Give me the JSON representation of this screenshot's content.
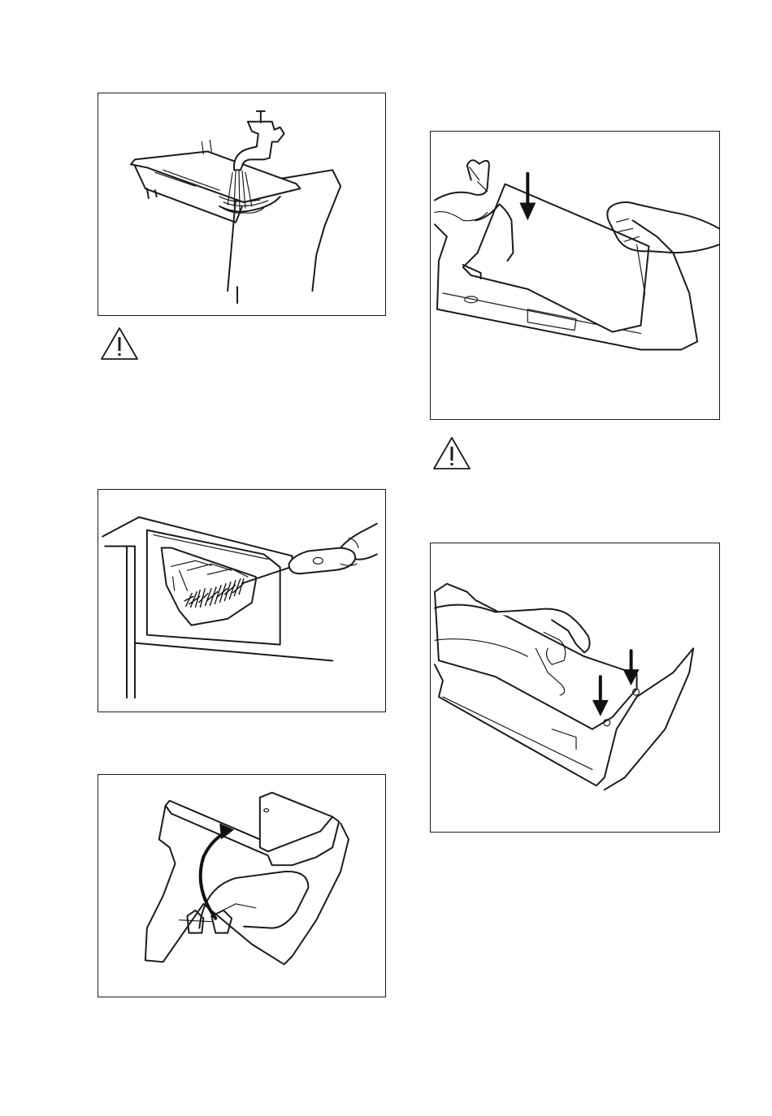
{
  "figures": [
    {
      "id": "fig1",
      "subject": "rinse-dispenser-under-tap"
    },
    {
      "id": "fig2",
      "subject": "clean-recess-with-brush"
    },
    {
      "id": "fig3",
      "subject": "lift-siphon-cover"
    },
    {
      "id": "fig4",
      "subject": "insert-flap-into-drawer"
    },
    {
      "id": "fig5",
      "subject": "press-flap-into-drawer"
    }
  ],
  "warnings": [
    {
      "id": "warn1",
      "icon": "warning-triangle-icon"
    },
    {
      "id": "warn2",
      "icon": "warning-triangle-icon"
    }
  ],
  "colors": {
    "line": "#1a1a1a",
    "background": "#ffffff"
  }
}
